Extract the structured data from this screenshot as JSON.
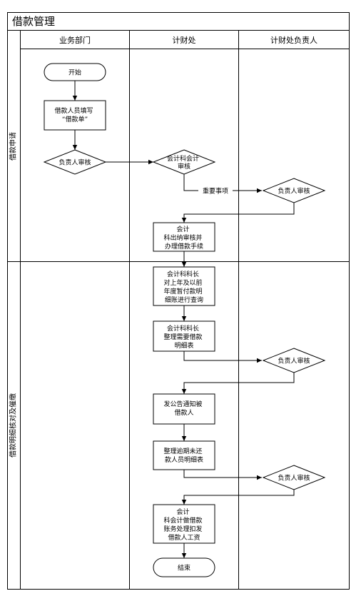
{
  "title": "借款管理",
  "lanes": [
    "业务部门",
    "计财处",
    "计财处负责人"
  ],
  "phases": [
    "借款申请",
    "借款明细核对及催缴"
  ],
  "nodes": {
    "start": "开始",
    "fill_form": [
      "借款人员填写",
      "“借款单”"
    ],
    "dept_review": "负责人审核",
    "acct_review": [
      "会计科会计",
      "审核"
    ],
    "important_label": "重要事项",
    "head_review1": "负责人审核",
    "cashier": [
      "会计",
      "科出纳审核并",
      "办理借款手续"
    ],
    "query": [
      "会计科科长",
      "对上年及以前",
      "年度暂付款明",
      "细账进行查询"
    ],
    "detail_table": [
      "会计科科长",
      "整理需要借款",
      "明细表"
    ],
    "head_review2": "负责人审核",
    "notice": [
      "发公告通知被",
      "借款人"
    ],
    "overdue": [
      "整理逾期未还",
      "款人员明细表"
    ],
    "head_review3": "负责人审核",
    "deduct": [
      "会计",
      "科会计做借款",
      "账务处理扣发",
      "借款人工资"
    ],
    "end": "结束"
  }
}
